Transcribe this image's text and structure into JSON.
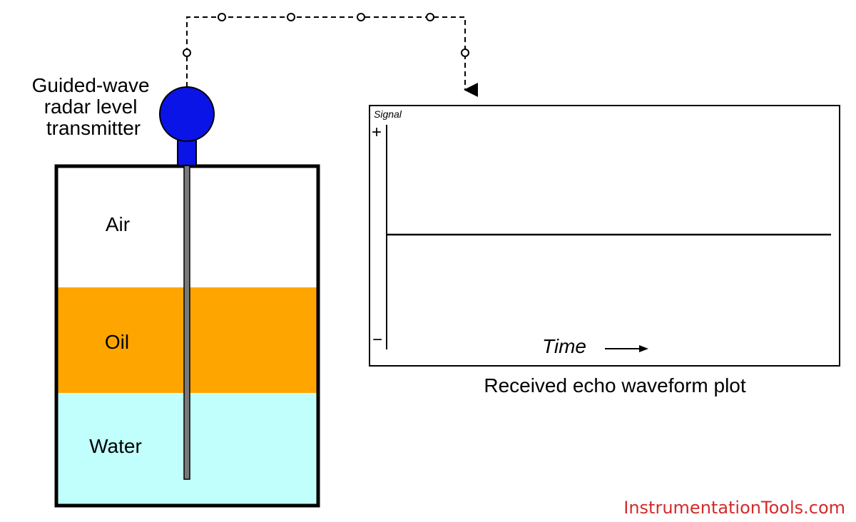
{
  "transmitter": {
    "label_lines": [
      "Guided-wave",
      "radar level",
      "transmitter"
    ],
    "head_color": "#0a14e6"
  },
  "tank": {
    "layers": [
      {
        "label": "Air",
        "color": "#ffffff"
      },
      {
        "label": "Oil",
        "color": "#ffa500"
      },
      {
        "label": "Water",
        "color": "#c0fffc"
      }
    ],
    "probe_color": "#7a7a7a"
  },
  "plot": {
    "y_axis_label": "Signal",
    "plus_symbol": "+",
    "minus_symbol": "−",
    "x_axis_label": "Time",
    "caption": "Received echo waveform plot"
  },
  "watermark": {
    "text": "InstrumentationTools.com",
    "color": "#d42a2a"
  }
}
